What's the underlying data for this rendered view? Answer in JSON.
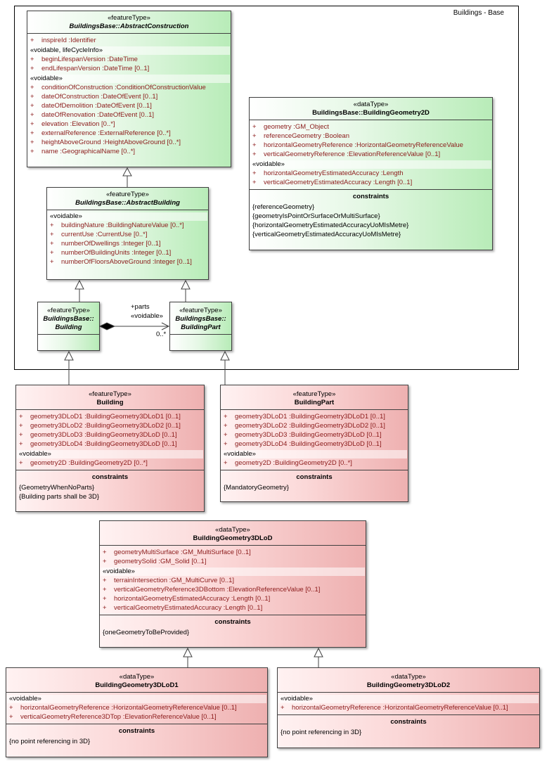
{
  "package": {
    "title": "Buildings - Base"
  },
  "associations": {
    "parts_role": "+parts",
    "parts_stereotype": "«voidable»",
    "parts_multiplicity": "0..*"
  },
  "classes": {
    "abstract_construction": {
      "stereotype": "«featureType»",
      "name": "BuildingsBase::AbstractConstruction",
      "attrs": [
        {
          "vis": "+",
          "text": "inspireId  :Identifier"
        }
      ],
      "group1": "«voidable, lifeCycleInfo»",
      "attrs_g1": [
        {
          "vis": "+",
          "text": "beginLifespanVersion  :DateTime"
        },
        {
          "vis": "+",
          "text": "endLifespanVersion  :DateTime [0..1]"
        }
      ],
      "group2": "«voidable»",
      "attrs_g2": [
        {
          "vis": "+",
          "text": "conditionOfConstruction  :ConditionOfConstructionValue"
        },
        {
          "vis": "+",
          "text": "dateOfConstruction  :DateOfEvent [0..1]"
        },
        {
          "vis": "+",
          "text": "dateOfDemolition  :DateOfEvent [0..1]"
        },
        {
          "vis": "+",
          "text": "dateOfRenovation  :DateOfEvent [0..1]"
        },
        {
          "vis": "+",
          "text": "elevation  :Elevation [0..*]"
        },
        {
          "vis": "+",
          "text": "externalReference  :ExternalReference [0..*]"
        },
        {
          "vis": "+",
          "text": "heightAboveGround  :HeightAboveGround [0..*]"
        },
        {
          "vis": "+",
          "text": "name  :GeographicalName [0..*]"
        }
      ]
    },
    "building_geometry_2d": {
      "stereotype": "«dataType»",
      "name": "BuildingsBase::BuildingGeometry2D",
      "attrs": [
        {
          "vis": "+",
          "text": "geometry  :GM_Object"
        },
        {
          "vis": "+",
          "text": "referenceGeometry  :Boolean"
        },
        {
          "vis": "+",
          "text": "horizontalGeometryReference  :HorizontalGeometryReferenceValue"
        },
        {
          "vis": "+",
          "text": "verticalGeometryReference  :ElevationReferenceValue [0..1]"
        }
      ],
      "group1": "«voidable»",
      "attrs_g1": [
        {
          "vis": "+",
          "text": "horizontalGeometryEstimatedAccuracy  :Length"
        },
        {
          "vis": "+",
          "text": "verticalGeometryEstimatedAccuracy  :Length [0..1]"
        }
      ],
      "constraints_title": "constraints",
      "constraints": [
        "{referenceGeometry}",
        "{geometryIsPointOrSurfaceOrMultiSurface}",
        "{horizontalGeometryEstimatedAccuracyUoMIsMetre}",
        "{verticalGeometryEstimatedAccuracyUoMIsMetre}"
      ]
    },
    "abstract_building": {
      "stereotype": "«featureType»",
      "name": "BuildingsBase::AbstractBuilding",
      "group1": "«voidable»",
      "attrs_g1": [
        {
          "vis": "+",
          "text": "buildingNature  :BuildingNatureValue [0..*]"
        },
        {
          "vis": "+",
          "text": "currentUse  :CurrentUse [0..*]"
        },
        {
          "vis": "+",
          "text": "numberOfDwellings  :Integer [0..1]"
        },
        {
          "vis": "+",
          "text": "numberOfBuildingUnits  :Integer [0..1]"
        },
        {
          "vis": "+",
          "text": "numberOfFloorsAboveGround  :Integer [0..1]"
        }
      ]
    },
    "base_building": {
      "stereotype": "«featureType»",
      "name1": "BuildingsBase::",
      "name2": "Building"
    },
    "base_building_part": {
      "stereotype": "«featureType»",
      "name1": "BuildingsBase::",
      "name2": "BuildingPart"
    },
    "building": {
      "stereotype": "«featureType»",
      "name": "Building",
      "attrs": [
        {
          "vis": "+",
          "text": "geometry3DLoD1  :BuildingGeometry3DLoD1 [0..1]"
        },
        {
          "vis": "+",
          "text": "geometry3DLoD2  :BuildingGeometry3DLoD2 [0..1]"
        },
        {
          "vis": "+",
          "text": "geometry3DLoD3  :BuildingGeometry3DLoD [0..1]"
        },
        {
          "vis": "+",
          "text": "geometry3DLoD4  :BuildingGeometry3DLoD [0..1]"
        }
      ],
      "group1": "«voidable»",
      "attrs_g1": [
        {
          "vis": "+",
          "text": "geometry2D  :BuildingGeometry2D [0..*]"
        }
      ],
      "constraints_title": "constraints",
      "constraints": [
        "{GeometryWhenNoParts}",
        "{Building parts shall be 3D}"
      ]
    },
    "building_part": {
      "stereotype": "«featureType»",
      "name": "BuildingPart",
      "attrs": [
        {
          "vis": "+",
          "text": "geometry3DLoD1  :BuildingGeometry3DLoD1 [0..1]"
        },
        {
          "vis": "+",
          "text": "geometry3DLoD2  :BuildingGeometry3DLoD2 [0..1]"
        },
        {
          "vis": "+",
          "text": "geometry3DLoD3  :BuildingGeometry3DLoD [0..1]"
        },
        {
          "vis": "+",
          "text": "geometry3DLoD4  :BuildingGeometry3DLoD [0..1]"
        }
      ],
      "group1": "«voidable»",
      "attrs_g1": [
        {
          "vis": "+",
          "text": "geometry2D  :BuildingGeometry2D [0..*]"
        }
      ],
      "constraints_title": "constraints",
      "constraints": [
        "{MandatoryGeometry}"
      ]
    },
    "geometry_3d_lod": {
      "stereotype": "«dataType»",
      "name": "BuildingGeometry3DLoD",
      "attrs": [
        {
          "vis": "+",
          "text": "geometryMultiSurface  :GM_MultiSurface [0..1]"
        },
        {
          "vis": "+",
          "text": "geometrySolid  :GM_Solid [0..1]"
        }
      ],
      "group1": "«voidable»",
      "attrs_g1": [
        {
          "vis": "+",
          "text": "terrainIntersection  :GM_MultiCurve [0..1]"
        },
        {
          "vis": "+",
          "text": "verticalGeometryReference3DBottom  :ElevationReferenceValue [0..1]"
        },
        {
          "vis": "+",
          "text": "horizontalGeometryEstimatedAccuracy  :Length [0..1]"
        },
        {
          "vis": "+",
          "text": "verticalGeometryEstimatedAccuracy  :Length [0..1]"
        }
      ],
      "constraints_title": "constraints",
      "constraints": [
        "{oneGeometryToBeProvided}"
      ]
    },
    "geometry_3d_lod1": {
      "stereotype": "«dataType»",
      "name": "BuildingGeometry3DLoD1",
      "group1": "«voidable»",
      "attrs_g1": [
        {
          "vis": "+",
          "text": "horizontalGeometryReference  :HorizontalGeometryReferenceValue [0..1]"
        },
        {
          "vis": "+",
          "text": "verticalGeometryReference3DTop  :ElevationReferenceValue [0..1]"
        }
      ],
      "constraints_title": "constraints",
      "constraints": [
        "{no point referencing in 3D}"
      ]
    },
    "geometry_3d_lod2": {
      "stereotype": "«dataType»",
      "name": "BuildingGeometry3DLoD2",
      "group1": "«voidable»",
      "attrs_g1": [
        {
          "vis": "+",
          "text": "horizontalGeometryReference  :HorizontalGeometryReferenceValue [0..1]"
        }
      ],
      "constraints_title": "constraints",
      "constraints": [
        "{no point referencing in 3D}"
      ]
    }
  }
}
